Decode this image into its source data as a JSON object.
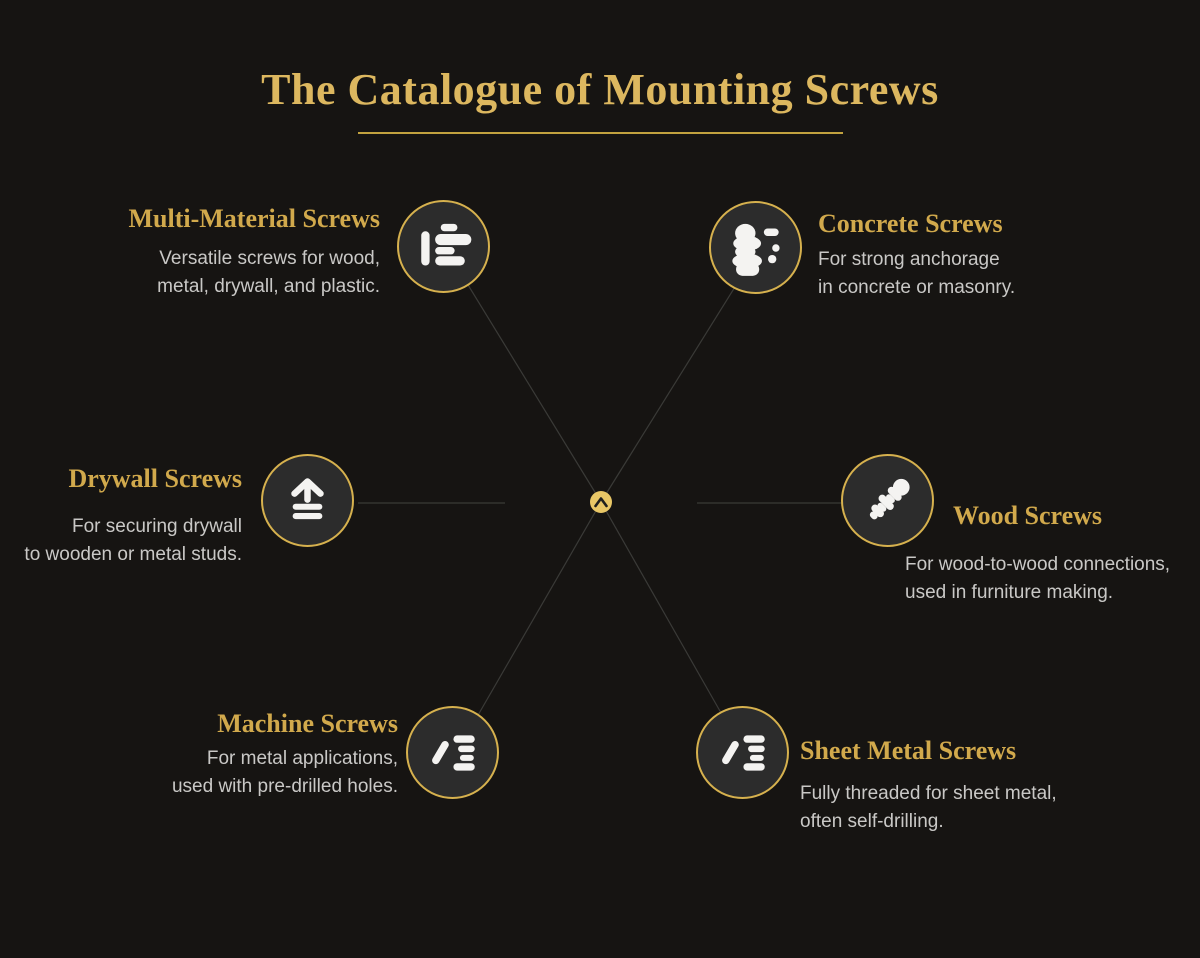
{
  "title": "The Catalogue of Mounting Screws",
  "colors": {
    "bg": "#161412",
    "gold-bright": "#dcb75f",
    "gold": "#d1a94c",
    "gold-line": "#c2a23f",
    "gold-ring": "#d6b14e",
    "gold-dot": "#e9c766",
    "circle-fill": "#2c2c2c",
    "icon-white": "#f4f3f1",
    "text-gray": "#c9c8c6",
    "connector": "#3a3a37"
  },
  "center": {
    "icon": "chevron-up-icon"
  },
  "nodes": [
    {
      "position": "top-left",
      "label": "Multi-Material Screws",
      "icon": "multi-material-screw-icon",
      "description": "Versatile screws for wood,\nmetal, drywall, and plastic."
    },
    {
      "position": "top-right",
      "label": "Concrete Screws",
      "icon": "concrete-screw-icon",
      "description": "For strong anchorage\nin concrete or masonry."
    },
    {
      "position": "middle-left",
      "label": "Drywall Screws",
      "icon": "drywall-screw-icon",
      "description": "For securing drywall\nto wooden or metal studs."
    },
    {
      "position": "middle-right",
      "label": "Wood Screws",
      "icon": "wood-screw-icon",
      "description": "For wood-to-wood connections,\nused in furniture making."
    },
    {
      "position": "bottom-left",
      "label": "Machine Screws",
      "icon": "machine-screw-icon",
      "description": "For metal applications,\nused with pre-drilled holes."
    },
    {
      "position": "bottom-right",
      "label": "Sheet Metal Screws",
      "icon": "sheet-metal-screw-icon",
      "description": "Fully threaded for sheet metal,\noften self-drilling."
    }
  ]
}
